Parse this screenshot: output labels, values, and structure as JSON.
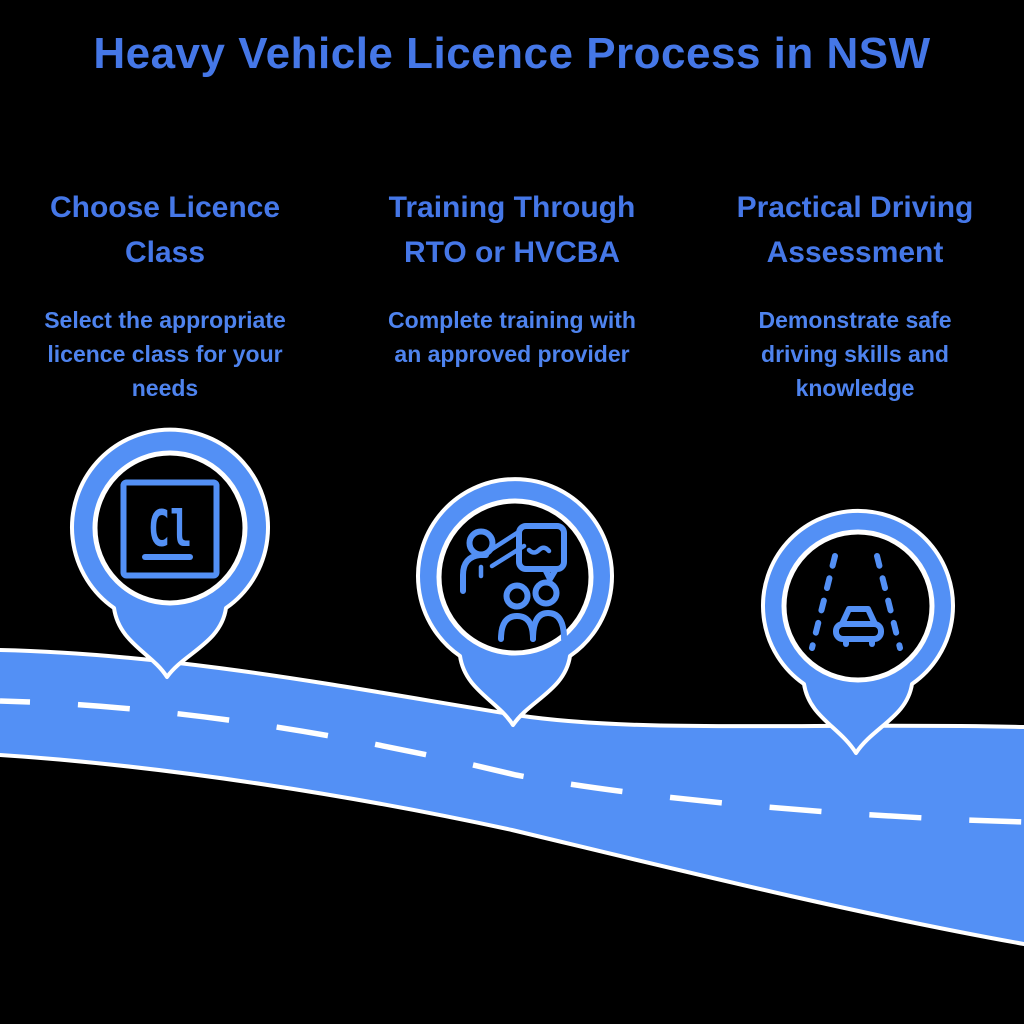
{
  "title": "Heavy Vehicle Licence Process in NSW",
  "steps": [
    {
      "heading_lines": [
        "Choose Licence",
        "Class"
      ],
      "description_lines": [
        "Select the appropriate",
        "licence class for your",
        "needs"
      ],
      "icon": "licence-class-pin-icon",
      "icon_label": "Cl"
    },
    {
      "heading_lines": [
        "Training Through",
        "RTO or HVCBA"
      ],
      "description_lines": [
        "Complete training with",
        "an approved provider"
      ],
      "icon": "instructor-training-pin-icon"
    },
    {
      "heading_lines": [
        "Practical Driving",
        "Assessment"
      ],
      "description_lines": [
        "Demonstrate safe",
        "driving skills and",
        "knowledge"
      ],
      "icon": "road-driving-pin-icon"
    }
  ],
  "colors": {
    "background": "#000000",
    "title_text": "#4577E7",
    "body_text": "#4E83EE",
    "accent_blue": "#5390F5",
    "outline_white": "#FFFFFF"
  }
}
